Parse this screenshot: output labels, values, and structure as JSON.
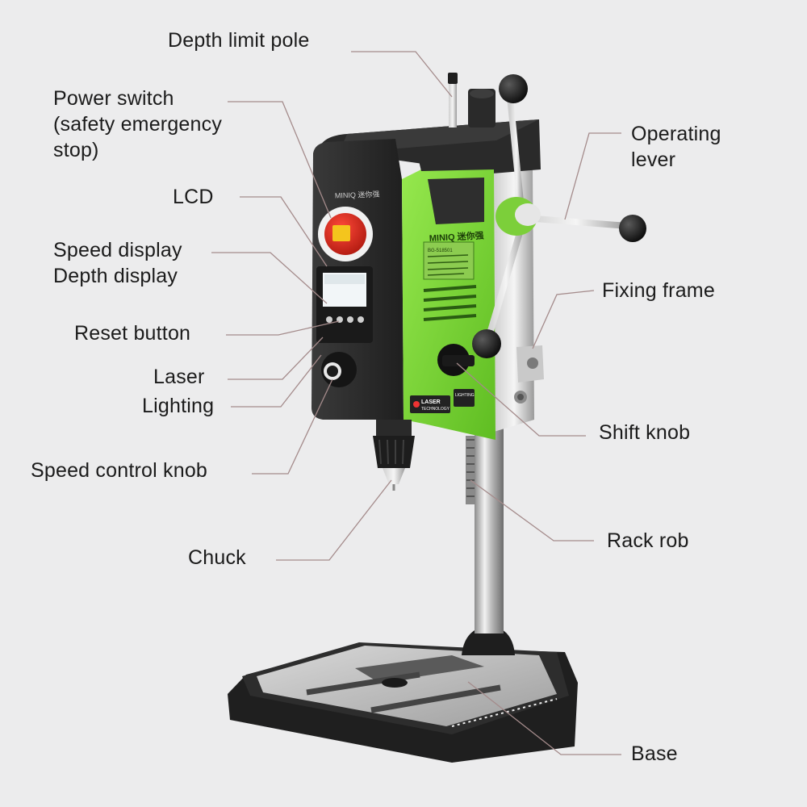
{
  "product": {
    "brand": "MINIQ 迷你强",
    "model": "BG-518501",
    "badge_laser": "LASER",
    "badge_laser_sub": "TECHNOLOGY",
    "badge_lighting": "LIGHTING"
  },
  "labels": {
    "depth_limit_pole": "Depth limit pole",
    "power_switch": [
      "Power switch",
      "(safety emergency",
      "stop)"
    ],
    "lcd": "LCD",
    "speed_depth_display": [
      "Speed display",
      "Depth display"
    ],
    "reset_button": "Reset button",
    "laser": "Laser",
    "lighting": "Lighting",
    "speed_control_knob": "Speed control knob",
    "chuck": "Chuck",
    "operating_lever": [
      "Operating",
      "lever"
    ],
    "fixing_frame": "Fixing frame",
    "shift_knob": "Shift knob",
    "rack_rob": "Rack rob",
    "base": "Base"
  },
  "colors": {
    "accent_green": "#7fd83a",
    "body_dark": "#2b2b2b",
    "leader_line": "#9a8585",
    "background": "#ececed"
  }
}
